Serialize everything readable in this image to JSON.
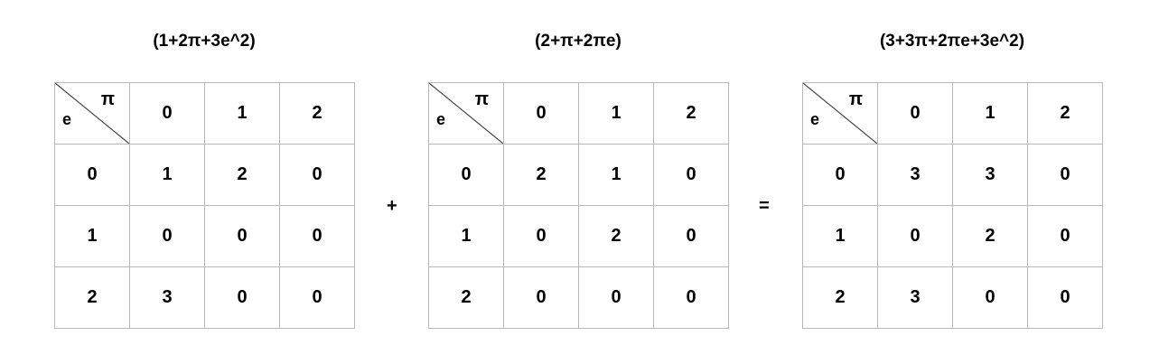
{
  "row_axis_label": "e",
  "col_axis_label": "π",
  "col_headers": [
    "0",
    "1",
    "2"
  ],
  "row_headers": [
    "0",
    "1",
    "2"
  ],
  "operators": {
    "plus": "+",
    "equals": "="
  },
  "tables": [
    {
      "title": "(1+2π+3e^2)",
      "rows": [
        [
          "1",
          "2",
          "0"
        ],
        [
          "0",
          "0",
          "0"
        ],
        [
          "3",
          "0",
          "0"
        ]
      ]
    },
    {
      "title": "(2+π+2πe)",
      "rows": [
        [
          "2",
          "1",
          "0"
        ],
        [
          "0",
          "2",
          "0"
        ],
        [
          "0",
          "0",
          "0"
        ]
      ]
    },
    {
      "title": "(3+3π+2πe+3e^2)",
      "rows": [
        [
          "3",
          "3",
          "0"
        ],
        [
          "0",
          "2",
          "0"
        ],
        [
          "3",
          "0",
          "0"
        ]
      ]
    }
  ]
}
